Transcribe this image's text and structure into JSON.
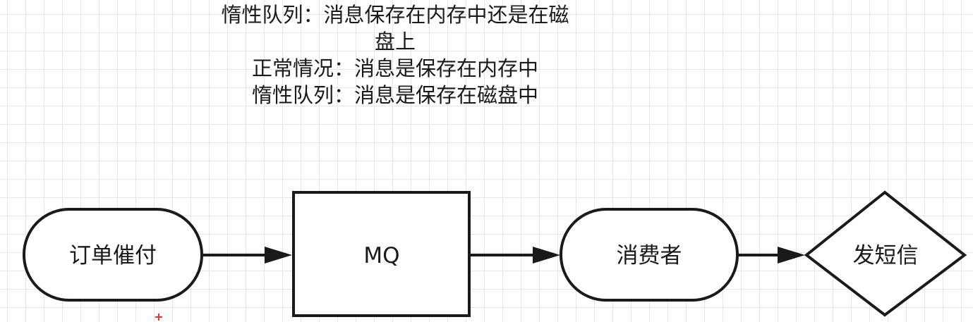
{
  "note": {
    "lines": [
      "惰性队列：消息保存在内存中还是在磁",
      "盘上",
      "正常情况：消息是保存在内存中",
      "惰性队列：消息是保存在磁盘中"
    ]
  },
  "nodes": {
    "order": "订单催付",
    "mq": "MQ",
    "consumer": "消费者",
    "sms": "发短信"
  },
  "colors": {
    "stroke": "#1a1a1a",
    "grid": "#e6e6e6",
    "marker": "#e53935"
  }
}
